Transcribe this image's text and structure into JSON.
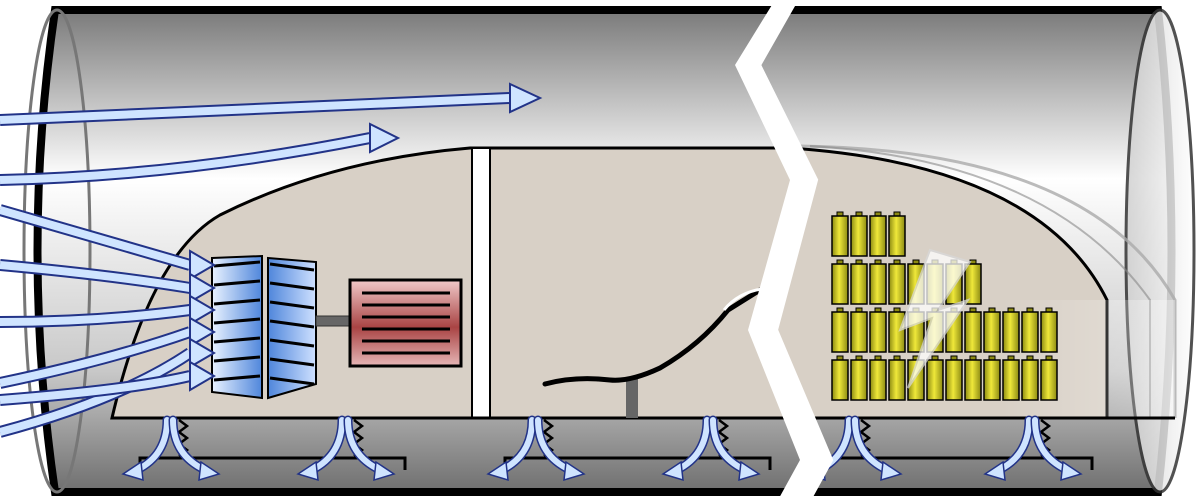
{
  "diagram": {
    "kind": "hyperloop capsule cutaway",
    "components": [
      {
        "id": "tube",
        "label": ""
      },
      {
        "id": "capsule-body",
        "label": ""
      },
      {
        "id": "compressor-fan",
        "label": ""
      },
      {
        "id": "electric-motor",
        "label": ""
      },
      {
        "id": "seat",
        "label": ""
      },
      {
        "id": "battery-pack",
        "label": ""
      },
      {
        "id": "air-bearing-skis",
        "label": ""
      },
      {
        "id": "incoming-air-arrows",
        "label": ""
      }
    ],
    "battery_rows": [
      4,
      8,
      12,
      12
    ],
    "air_bearing_count": 6,
    "colors": {
      "tube_light": "#f4f4f4",
      "tube_dark": "#8a8a8a",
      "capsule": "#d8d0c6",
      "arrow_fill": "#cfe4ff",
      "arrow_stroke": "#223388",
      "fan_blue": "#5b8fe0",
      "motor_red": "#9c3a3a",
      "battery_yellow": "#d7d21c"
    }
  }
}
